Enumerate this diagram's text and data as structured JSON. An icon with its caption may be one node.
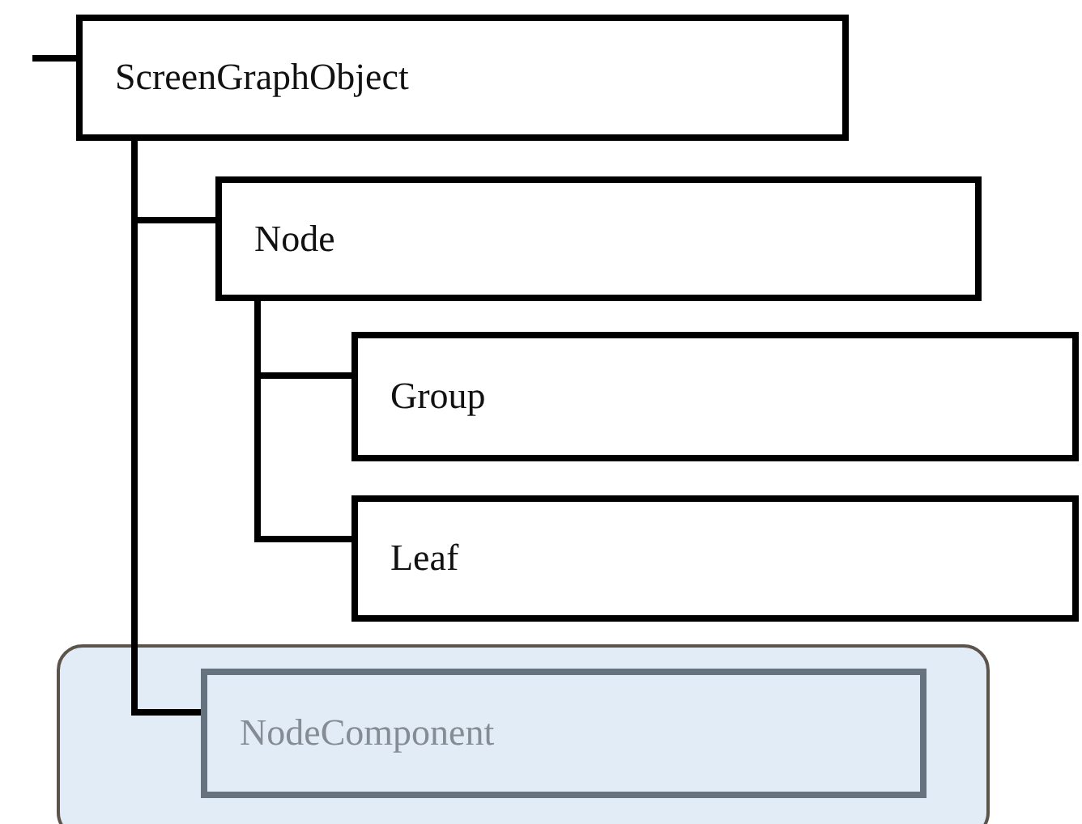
{
  "diagram": {
    "nodes": [
      {
        "text": [
          "ScreenGraphObject"
        ]
      },
      {
        "text": [
          "Node"
        ]
      },
      {
        "text": [
          "Group"
        ]
      },
      {
        "text": [
          "Leaf"
        ]
      },
      {
        "text": [],
        "shape": "box"
      },
      {
        "text": [
          "NodeComponent"
        ],
        "in": 4
      }
    ],
    "edges": [
      {
        "from": null,
        "to": 0,
        "arrow": "none"
      },
      {
        "from": 0,
        "to": 1,
        "arrow": "none"
      },
      {
        "from": 1,
        "to": 2,
        "arrow": "none"
      },
      {
        "from": 1,
        "to": 3,
        "arrow": "none"
      },
      {
        "from": 0,
        "to": 5,
        "arrow": "none"
      }
    ]
  }
}
